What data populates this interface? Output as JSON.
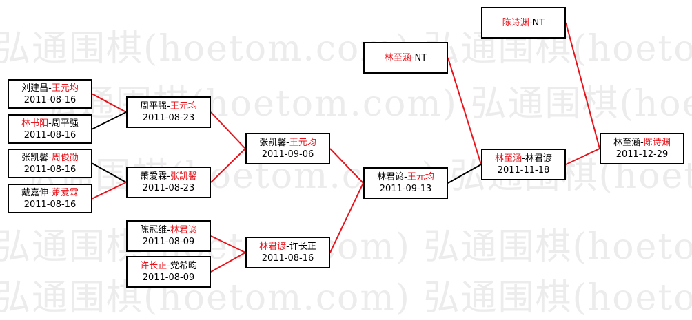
{
  "watermark": "弘通围棋(hoetom.com)",
  "colors": {
    "winner": "#e8131b",
    "line_win": "#e8131b",
    "line_loss": "#000000",
    "border": "#000000"
  },
  "matches": [
    {
      "id": "m1",
      "p1": "刘建昌",
      "p2": "王元均",
      "winner": 2,
      "date": "2011-08-16"
    },
    {
      "id": "m2",
      "p1": "林书阳",
      "p2": "周平强",
      "winner": 1,
      "date": "2011-08-16"
    },
    {
      "id": "m3",
      "p1": "张凯馨",
      "p2": "周俊勋",
      "winner": 2,
      "date": "2011-08-16"
    },
    {
      "id": "m4",
      "p1": "戴嘉伸",
      "p2": "萧爱霖",
      "winner": 2,
      "date": "2011-08-16"
    },
    {
      "id": "m5",
      "p1": "周平强",
      "p2": "王元均",
      "winner": 2,
      "date": "2011-08-23"
    },
    {
      "id": "m6",
      "p1": "萧爱霖",
      "p2": "张凯馨",
      "winner": 2,
      "date": "2011-08-23"
    },
    {
      "id": "m7",
      "p1": "陈冠维",
      "p2": "林君谚",
      "winner": 2,
      "date": "2011-08-09"
    },
    {
      "id": "m8",
      "p1": "许长正",
      "p2": "党希昀",
      "winner": 1,
      "date": "2011-08-09"
    },
    {
      "id": "m9",
      "p1": "张凯馨",
      "p2": "王元均",
      "winner": 2,
      "date": "2011-09-06"
    },
    {
      "id": "m10",
      "p1": "林君谚",
      "p2": "许长正",
      "winner": 1,
      "date": "2011-08-16"
    },
    {
      "id": "m11",
      "p1": "林君谚",
      "p2": "王元均",
      "winner": 2,
      "date": "2011-09-13"
    },
    {
      "id": "m12",
      "p1": "林至涵",
      "p2": "NT",
      "winner": 1,
      "date": ""
    },
    {
      "id": "m13",
      "p1": "林至涵",
      "p2": "林君谚",
      "winner": 1,
      "date": "2011-11-18"
    },
    {
      "id": "m14",
      "p1": "陈诗渊",
      "p2": "NT",
      "winner": 1,
      "date": ""
    },
    {
      "id": "m15",
      "p1": "林至涵",
      "p2": "陈诗渊",
      "winner": 2,
      "date": "2011-12-29"
    }
  ],
  "links": [
    {
      "from": "m1",
      "to": "m5",
      "win": true
    },
    {
      "from": "m2",
      "to": "m5",
      "win": false
    },
    {
      "from": "m3",
      "to": "m6",
      "win": false
    },
    {
      "from": "m4",
      "to": "m6",
      "win": true
    },
    {
      "from": "m7",
      "to": "m10",
      "win": true
    },
    {
      "from": "m8",
      "to": "m10",
      "win": true
    },
    {
      "from": "m5",
      "to": "m9",
      "win": true
    },
    {
      "from": "m6",
      "to": "m9",
      "win": true
    },
    {
      "from": "m9",
      "to": "m11",
      "win": true
    },
    {
      "from": "m10",
      "to": "m11",
      "win": true
    },
    {
      "from": "m12",
      "to": "m13",
      "win": true
    },
    {
      "from": "m11",
      "to": "m13",
      "win": false
    },
    {
      "from": "m14",
      "to": "m15",
      "win": true
    },
    {
      "from": "m13",
      "to": "m15",
      "win": true
    }
  ]
}
